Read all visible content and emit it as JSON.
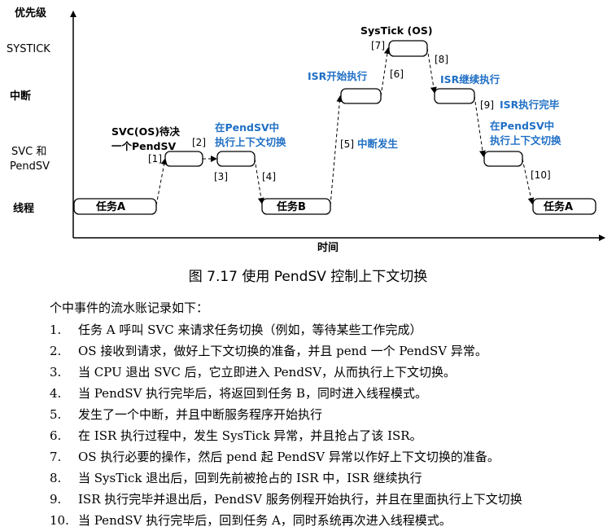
{
  "axes": {
    "y_label": "优先级",
    "x_label": "时间"
  },
  "levels": [
    "SYSTICK",
    "中断",
    "SVC 和",
    "PendSV",
    "线程"
  ],
  "boxes": [
    "任务A",
    "任务B",
    "任务A"
  ],
  "tags": [
    "[1]",
    "[2]",
    "[3]",
    "[4]",
    "[5]",
    "[6]",
    "[7]",
    "[8]",
    "[9]",
    "[10]"
  ],
  "annotations": {
    "svc_line1": "SVC(OS)待决",
    "svc_line2": "一个PendSV",
    "pendsv1_line1": "在PendSV中",
    "pendsv1_line2": "执行上下文切换",
    "interrupt": "中断发生",
    "isr_start": "ISR开始执行",
    "systick": "SysTick (OS)",
    "isr_continue": "ISR继续执行",
    "isr_done": "ISR执行完毕",
    "pendsv2_line1": "在PendSV中",
    "pendsv2_line2": "执行上下文切换"
  },
  "colors": {
    "blue": "#1f6fc5",
    "line": "#000000"
  },
  "caption": "图 7.17  使用 PendSV 控制上下文切换",
  "intro": "个中事件的流水账记录如下：",
  "steps": [
    {
      "num": "1.",
      "text": "任务 A 呼叫 SVC 来请求任务切换（例如，等待某些工作完成）"
    },
    {
      "num": "2.",
      "text": "OS 接收到请求，做好上下文切换的准备，并且 pend 一个 PendSV 异常。"
    },
    {
      "num": "3.",
      "text": "当 CPU 退出 SVC 后，它立即进入 PendSV，从而执行上下文切换。"
    },
    {
      "num": "4.",
      "text": "当 PendSV 执行完毕后，将返回到任务 B，同时进入线程模式。"
    },
    {
      "num": "5.",
      "text": "发生了一个中断，并且中断服务程序开始执行"
    },
    {
      "num": "6.",
      "text": "在 ISR 执行过程中，发生 SysTick 异常，并且抢占了该 ISR。"
    },
    {
      "num": "7.",
      "text": "OS 执行必要的操作，然后 pend 起 PendSV 异常以作好上下文切换的准备。"
    },
    {
      "num": "8.",
      "text": "当 SysTick 退出后，回到先前被抢占的 ISR 中，ISR 继续执行"
    },
    {
      "num": "9.",
      "text": "ISR 执行完毕并退出后，PendSV 服务例程开始执行，并且在里面执行上下文切换"
    },
    {
      "num": "10.",
      "text": "当 PendSV 执行完毕后，回到任务 A，同时系统再次进入线程模式。"
    }
  ]
}
